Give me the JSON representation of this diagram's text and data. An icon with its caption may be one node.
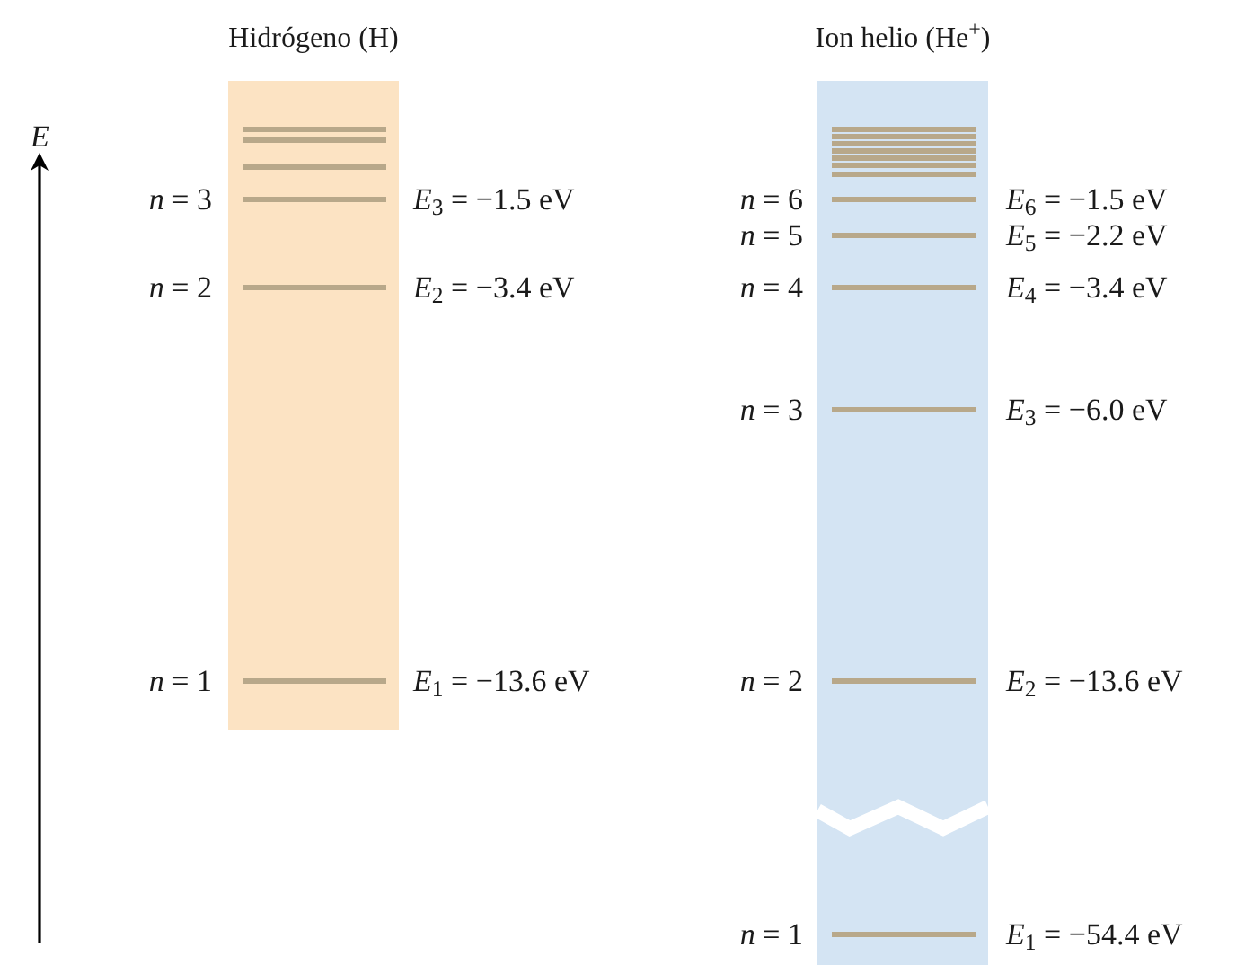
{
  "diagram": {
    "nodes": [
      {
        "text": [
          "Hidrógeno (H)"
        ]
      },
      {
        "text": [
          "Ion helio (He$^{+}$)"
        ]
      }
    ],
    "labels": [
      "*E*",
      "*n* = 3",
      "*E*$_{3}$ = −1.5 eV",
      "*n* = 2",
      "*E*$_{2}$ = −3.4 eV",
      "*n* = 1",
      "*E*$_{1}$ = −13.6 eV",
      "*n* = 6",
      "*E*$_{6}$ = −1.5 eV",
      "*n* = 5",
      "*E*$_{5}$ = −2.2 eV",
      "*n* = 4",
      "*E*$_{4}$ = −3.4 eV",
      "*n* = 3",
      "*E*$_{3}$ = −6.0 eV",
      "*n* = 2",
      "*E*$_{2}$ = −13.6 eV",
      "*n* = 1",
      "*E*$_{1}$ = −54.4 eV"
    ]
  }
}
